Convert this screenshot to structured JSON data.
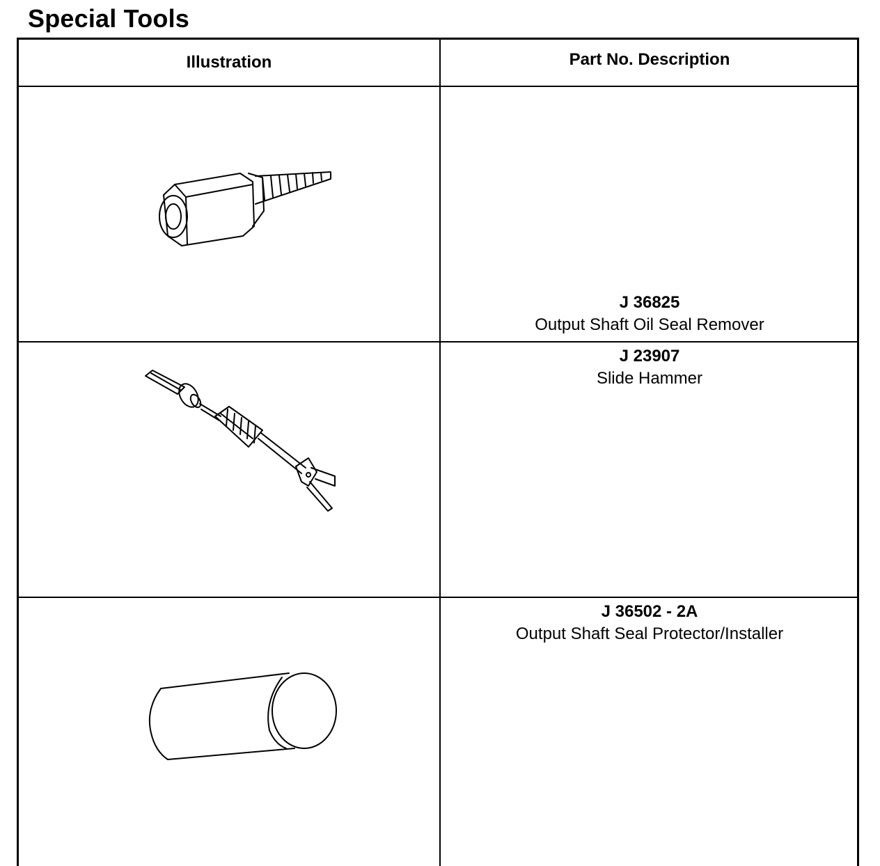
{
  "page": {
    "title": "Special Tools"
  },
  "table": {
    "headers": {
      "illustration": "Illustration",
      "description": "Part No. Description"
    },
    "rows": [
      {
        "part_no": "J 36825",
        "description": "Output Shaft Oil Seal Remover",
        "icon": "oil-seal-remover-icon"
      },
      {
        "part_no": "J 23907",
        "description": "Slide Hammer",
        "icon": "slide-hammer-icon"
      },
      {
        "part_no": "J 36502 - 2A",
        "description": "Output Shaft Seal Protector/Installer",
        "icon": "seal-protector-installer-icon"
      }
    ]
  }
}
